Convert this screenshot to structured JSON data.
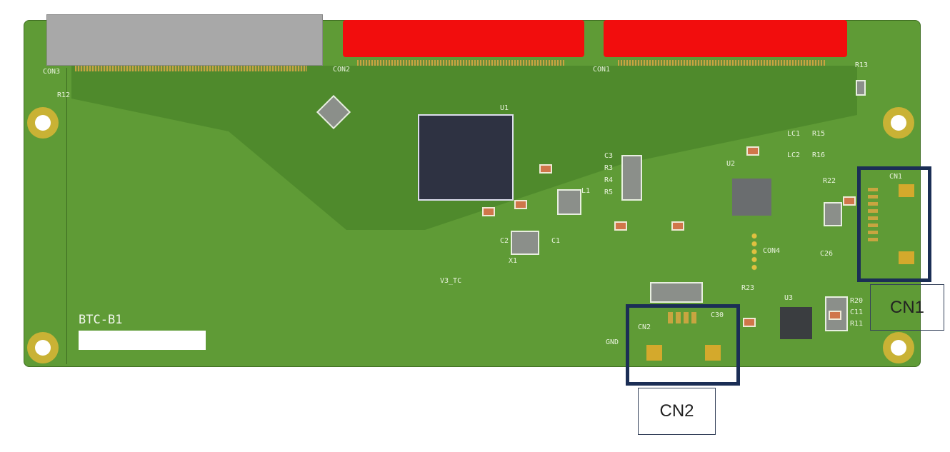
{
  "board": {
    "name": "BTC-B1",
    "color": "#5f9b36"
  },
  "silkscreen": {
    "con3": "CON3",
    "con2": "CON2",
    "con1": "CON1",
    "r12": "R12",
    "r13": "R13",
    "u1": "U1",
    "u2": "U2",
    "u3": "U3",
    "l1": "L1",
    "x1": "X1",
    "con4": "CON4",
    "v3_tc": "V3_TC",
    "gnd": "GND",
    "cn2_silk": "CN2",
    "cn1_silk": "CN1",
    "c3": "C3",
    "r3": "R3",
    "r4": "R4",
    "r5": "R5",
    "r23": "R23",
    "r20": "R20",
    "c11": "C11",
    "r11": "R11",
    "c30": "C30",
    "c26": "C26",
    "r22": "R22",
    "lc1": "LC1",
    "lc2": "LC2",
    "r15": "R15",
    "r16": "R16",
    "c2": "C2",
    "c1": "C1"
  },
  "callouts": {
    "cn1": "CN1",
    "cn2": "CN2",
    "color": "#1b2e55"
  }
}
